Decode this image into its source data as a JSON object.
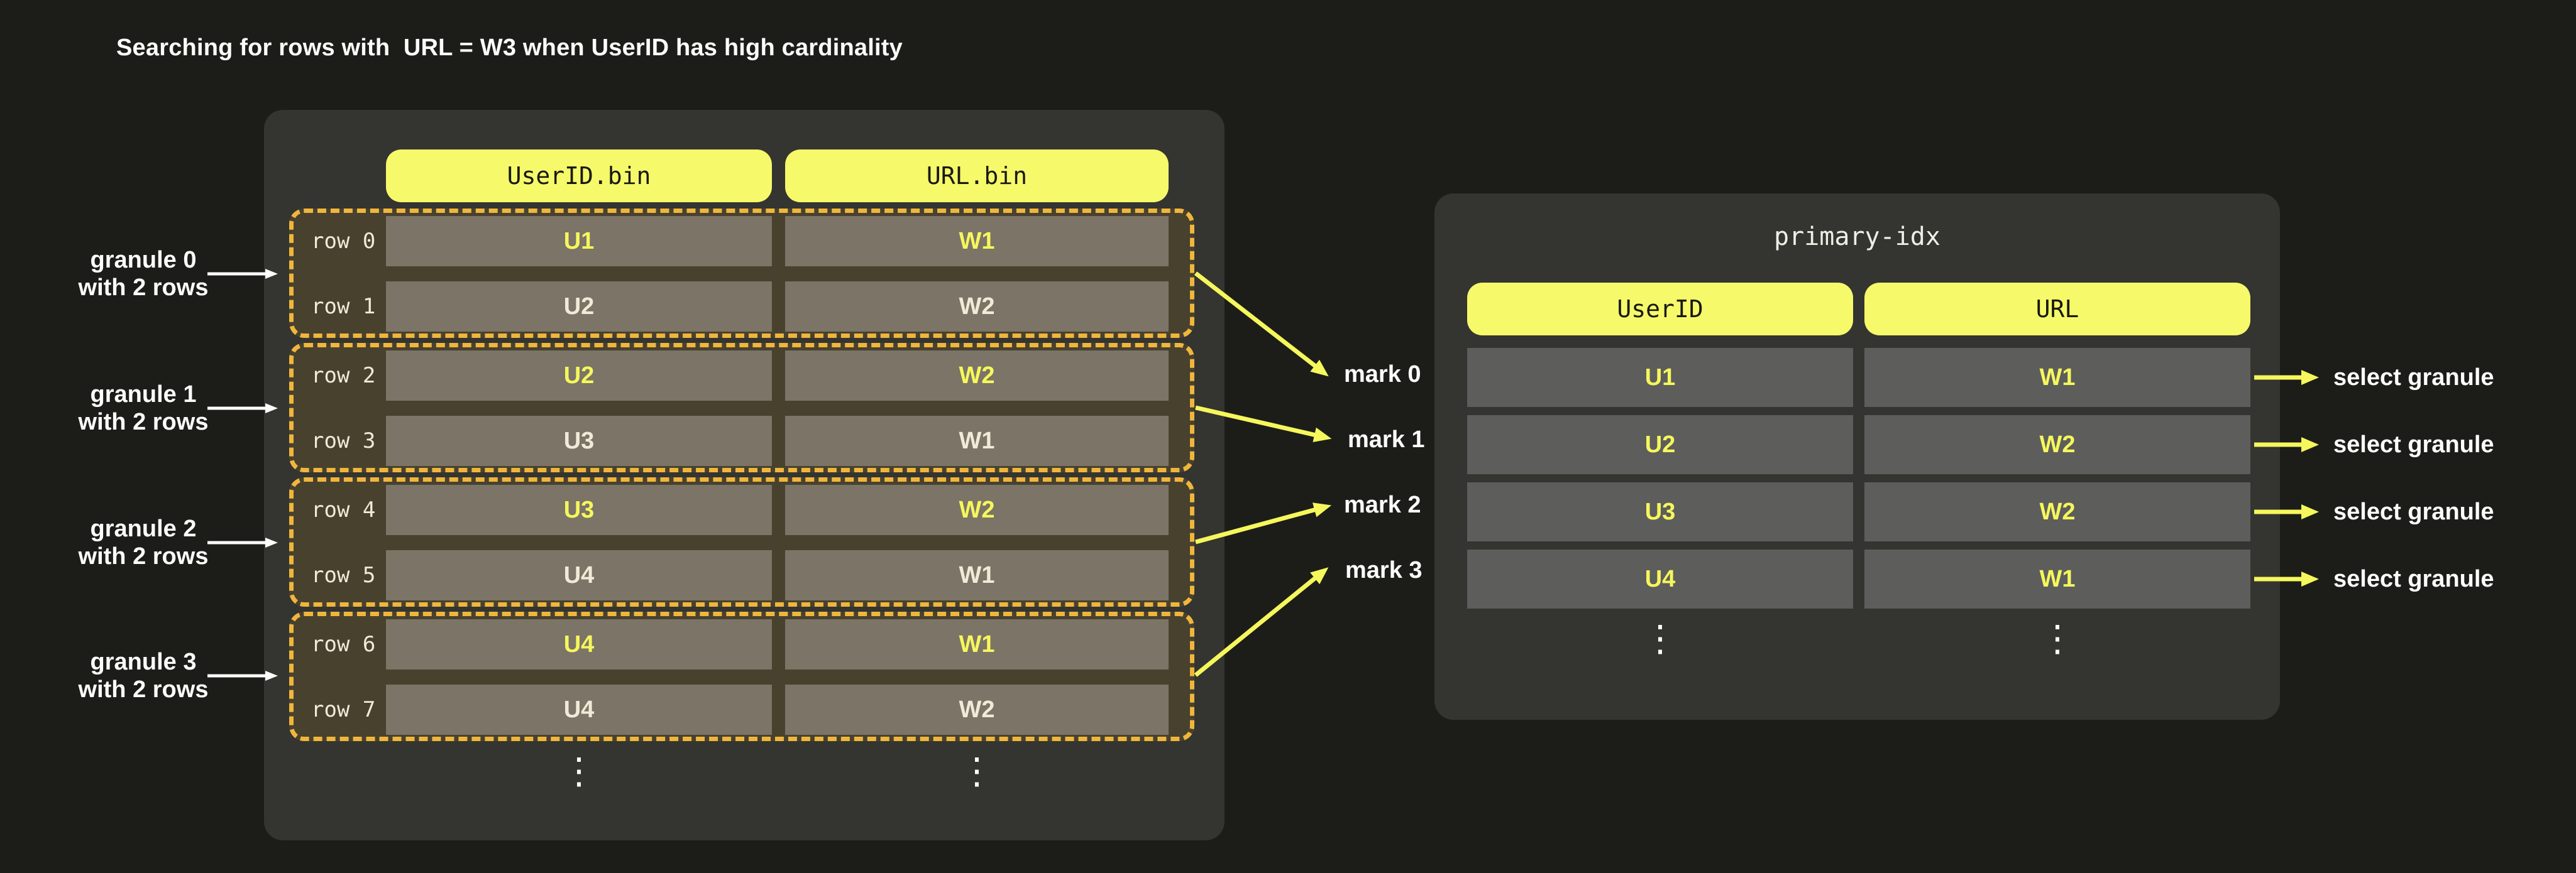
{
  "title": "Searching for rows with  URL = W3 when UserID has high cardinality",
  "colors": {
    "page_background": "#1c1d18",
    "panel_background": "#343430",
    "accent_yellow": "#f6f96a",
    "dashed_granule_orange": "#f0b63c",
    "granule_fill": "#48412e",
    "bin_cell_fill": "#7c7466",
    "index_cell_fill": "#5d5d5c",
    "value_yellow_text": "#f5f75c",
    "value_white_text": "#f0ead8",
    "label_white": "#fcfcfa"
  },
  "bin_table": {
    "columns": [
      {
        "label": "UserID.bin"
      },
      {
        "label": "URL.bin"
      }
    ],
    "granules": [
      {
        "label_line1": "granule 0",
        "label_line2": "with 2 rows",
        "mark": "mark 0",
        "rows": [
          {
            "name": "row 0",
            "userid": "U1",
            "url": "W1",
            "highlight": true
          },
          {
            "name": "row 1",
            "userid": "U2",
            "url": "W2",
            "highlight": false
          }
        ]
      },
      {
        "label_line1": "granule 1",
        "label_line2": "with 2 rows",
        "mark": "mark 1",
        "rows": [
          {
            "name": "row 2",
            "userid": "U2",
            "url": "W2",
            "highlight": true
          },
          {
            "name": "row 3",
            "userid": "U3",
            "url": "W1",
            "highlight": false
          }
        ]
      },
      {
        "label_line1": "granule 2",
        "label_line2": "with 2 rows",
        "mark": "mark 2",
        "rows": [
          {
            "name": "row 4",
            "userid": "U3",
            "url": "W2",
            "highlight": true
          },
          {
            "name": "row 5",
            "userid": "U4",
            "url": "W1",
            "highlight": false
          }
        ]
      },
      {
        "label_line1": "granule 3",
        "label_line2": "with 2 rows",
        "mark": "mark 3",
        "rows": [
          {
            "name": "row 6",
            "userid": "U4",
            "url": "W1",
            "highlight": true
          },
          {
            "name": "row 7",
            "userid": "U4",
            "url": "W2",
            "highlight": false
          }
        ]
      }
    ],
    "ellipsis": "⋮"
  },
  "primary_index": {
    "title": "primary-idx",
    "columns": [
      {
        "label": "UserID"
      },
      {
        "label": "URL"
      }
    ],
    "rows": [
      {
        "userid": "U1",
        "url": "W1",
        "action": "select granule"
      },
      {
        "userid": "U2",
        "url": "W2",
        "action": "select granule"
      },
      {
        "userid": "U3",
        "url": "W2",
        "action": "select granule"
      },
      {
        "userid": "U4",
        "url": "W1",
        "action": "select granule"
      }
    ],
    "ellipsis": "⋮"
  }
}
